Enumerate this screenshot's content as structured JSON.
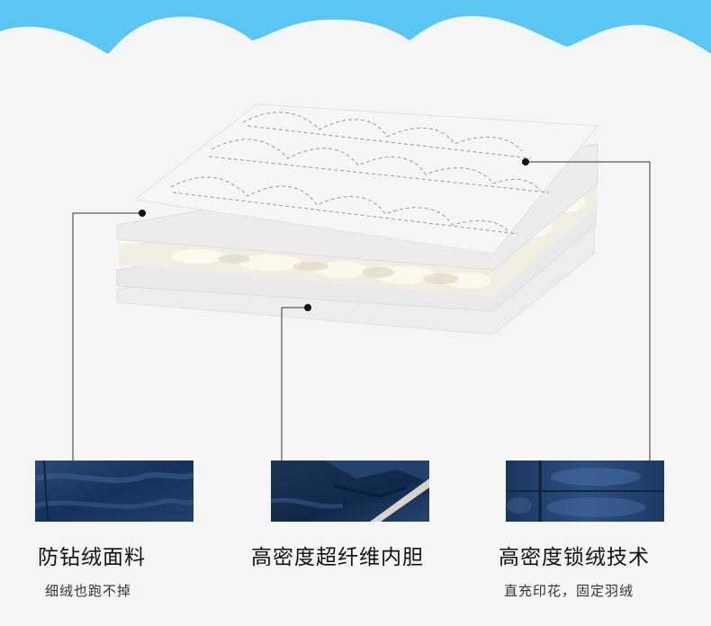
{
  "colors": {
    "background": "#f5f5f5",
    "sky": "#5bc6f4",
    "fabric": "#1d3a63",
    "text_title": "#111111",
    "text_sub": "#333333"
  },
  "features": [
    {
      "title": "防钻绒面料",
      "subtitle": "细绒也跑不掉"
    },
    {
      "title": "高密度超纤维内胆",
      "subtitle": ""
    },
    {
      "title": "高密度锁绒技术",
      "subtitle": "直充印花，固定羽绒"
    }
  ]
}
